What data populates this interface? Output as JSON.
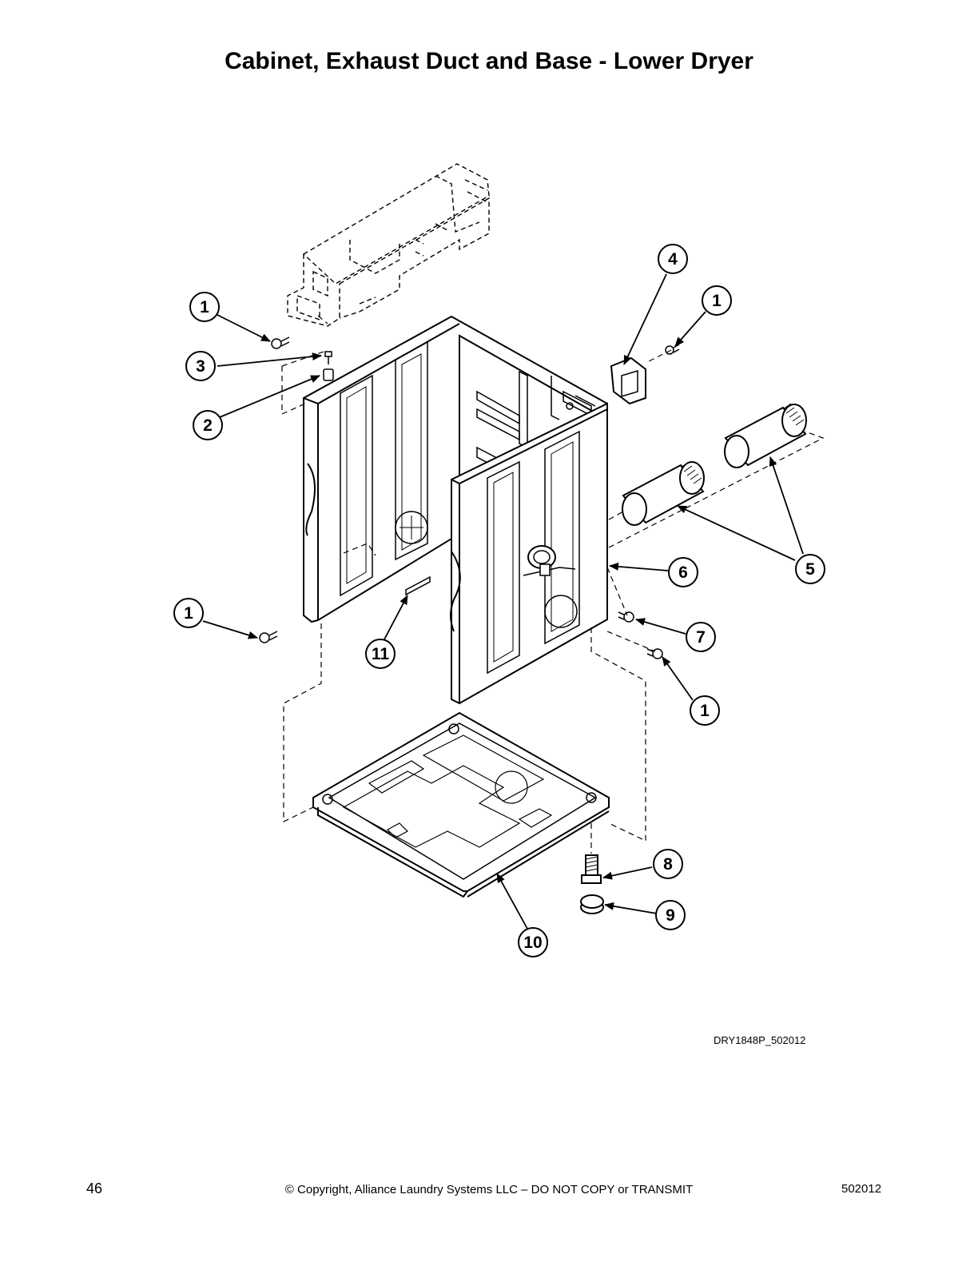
{
  "title": "Cabinet, Exhaust Duct and Base - Lower Dryer",
  "figure_id": "DRY1848P_502012",
  "footer": {
    "page_number": "46",
    "copyright": "© Copyright, Alliance Laundry Systems LLC – DO NOT COPY or TRANSMIT",
    "doc_code": "502012"
  },
  "callouts": [
    {
      "label": "1"
    },
    {
      "label": "3"
    },
    {
      "label": "2"
    },
    {
      "label": "4"
    },
    {
      "label": "1"
    },
    {
      "label": "5"
    },
    {
      "label": "6"
    },
    {
      "label": "1"
    },
    {
      "label": "11"
    },
    {
      "label": "7"
    },
    {
      "label": "1"
    },
    {
      "label": "8"
    },
    {
      "label": "9"
    },
    {
      "label": "10"
    }
  ],
  "colors": {
    "line": "#000000",
    "fill": "#ffffff"
  }
}
